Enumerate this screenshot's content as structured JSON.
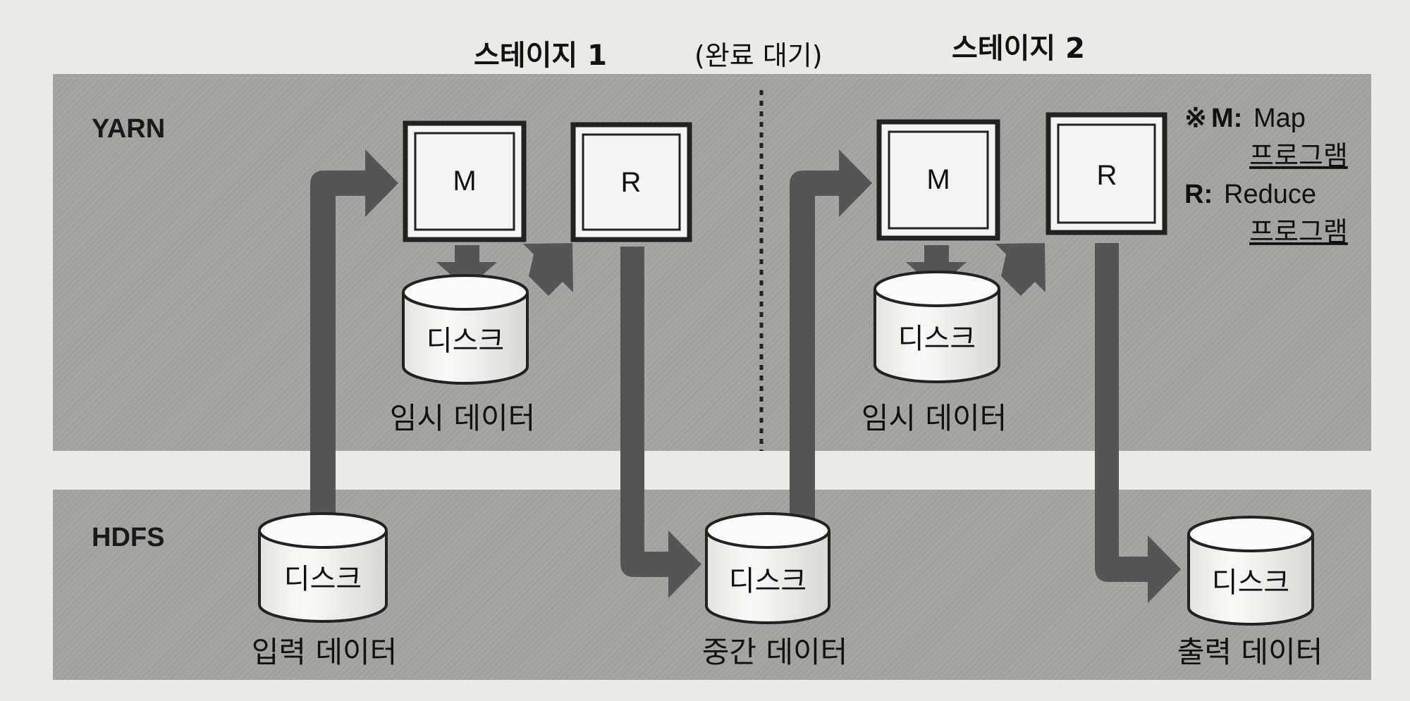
{
  "headers": {
    "stage1": "스테이지 1",
    "wait": "(완료 대기)",
    "stage2": "스테이지 2"
  },
  "bands": {
    "yarn": "YARN",
    "hdfs": "HDFS"
  },
  "boxes": {
    "map": "M",
    "reduce": "R"
  },
  "disk_label": "디스크",
  "captions": {
    "temp_data": "임시 데이터",
    "input_data": "입력 데이터",
    "intermediate_data": "중간 데이터",
    "output_data": "출력 데이터"
  },
  "legend": {
    "mark": "※",
    "map_key": "M:",
    "map_value": "Map",
    "map_sub": "프로그램",
    "reduce_key": "R:",
    "reduce_value": "Reduce",
    "reduce_sub": "프로그램"
  },
  "colors": {
    "page_bg": "#eceae6",
    "band_fill": "#a6a5a1",
    "arrow": "#555555",
    "box_fill": "#f4f4f2",
    "box_border": "#222222",
    "disk_fill": "#f7f7f5"
  }
}
